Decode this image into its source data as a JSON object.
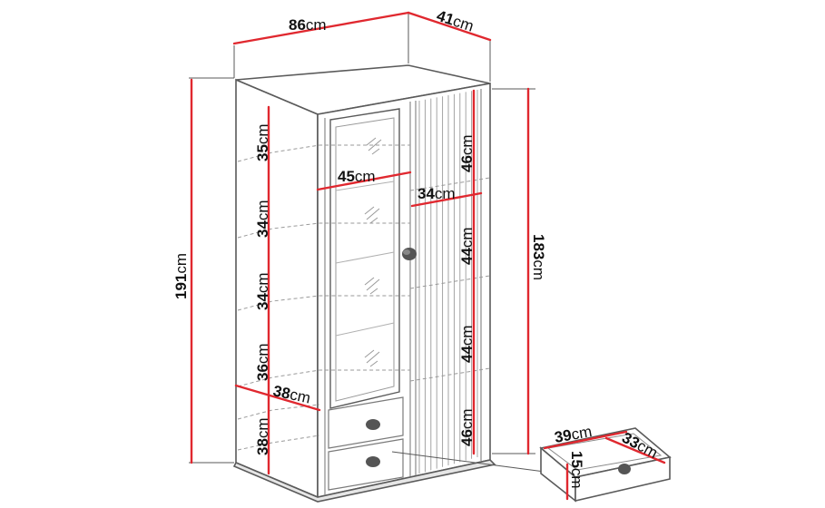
{
  "colors": {
    "dimension_line": "#e0282f",
    "outline": "#5a5a5a",
    "hidden_line": "#9a9a9a",
    "text": "#111111",
    "background": "#ffffff"
  },
  "dimensions": {
    "overall_width": {
      "value": "86",
      "unit": "cm"
    },
    "overall_depth": {
      "value": "41",
      "unit": "cm"
    },
    "overall_height": {
      "value": "191",
      "unit": "cm"
    },
    "body_height": {
      "value": "183",
      "unit": "cm"
    },
    "left_shelf_1": {
      "value": "35",
      "unit": "cm"
    },
    "left_shelf_2": {
      "value": "34",
      "unit": "cm"
    },
    "left_shelf_3": {
      "value": "34",
      "unit": "cm"
    },
    "left_shelf_4": {
      "value": "36",
      "unit": "cm"
    },
    "left_bottom": {
      "value": "38",
      "unit": "cm"
    },
    "left_shelf_depth": {
      "value": "38",
      "unit": "cm"
    },
    "glass_section_width": {
      "value": "45",
      "unit": "cm"
    },
    "right_section_width": {
      "value": "34",
      "unit": "cm"
    },
    "right_shelf_1": {
      "value": "46",
      "unit": "cm"
    },
    "right_shelf_2": {
      "value": "44",
      "unit": "cm"
    },
    "right_shelf_3": {
      "value": "44",
      "unit": "cm"
    },
    "right_shelf_4": {
      "value": "46",
      "unit": "cm"
    },
    "drawer_width": {
      "value": "39",
      "unit": "cm"
    },
    "drawer_depth": {
      "value": "33",
      "unit": "cm"
    },
    "drawer_height": {
      "value": "15",
      "unit": "cm"
    }
  }
}
